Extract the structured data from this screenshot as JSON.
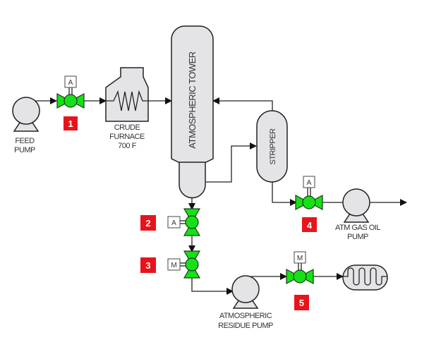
{
  "equipment": {
    "feed_pump": [
      "FEED",
      "PUMP"
    ],
    "furnace": [
      "CRUDE",
      "FURNACE",
      "700 F"
    ],
    "tower": "ATMOSPHERIC TOWER",
    "stripper": "STRIPPER",
    "gas_oil_pump": [
      "ATM GAS OIL",
      "PUMP"
    ],
    "residue_pump": [
      "ATMOSPHERIC",
      "RESIDUE PUMP"
    ]
  },
  "valves": [
    {
      "badge": "1",
      "mode": "A"
    },
    {
      "badge": "2",
      "mode": "A"
    },
    {
      "badge": "3",
      "mode": "M"
    },
    {
      "badge": "4",
      "mode": "A"
    },
    {
      "badge": "5",
      "mode": "M"
    }
  ],
  "colors": {
    "valve": "#16e016",
    "badge": "#e8141c",
    "equipment": "#e4e4e6"
  }
}
